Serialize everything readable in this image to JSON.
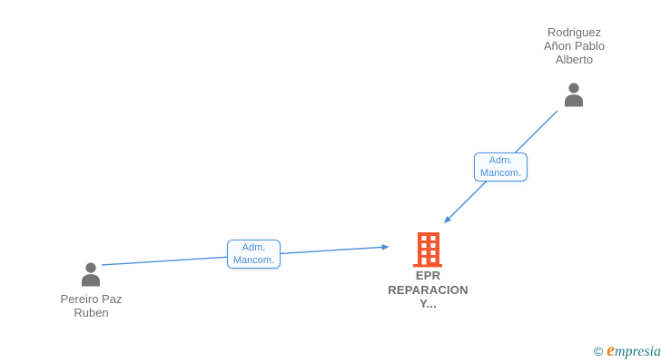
{
  "diagram": {
    "nodes": {
      "person_top": {
        "type": "person",
        "icon": "person-icon",
        "label": "Rodriguez\nAñon Pablo\nAlberto"
      },
      "person_bottom": {
        "type": "person",
        "icon": "person-icon",
        "label": "Pereiro Paz\nRuben"
      },
      "company": {
        "type": "company",
        "icon": "building-icon",
        "label": "EPR\nREPARACION\nY..."
      }
    },
    "edges": [
      {
        "from": "person_top",
        "to": "company",
        "label": "Adm.\nMancom."
      },
      {
        "from": "person_bottom",
        "to": "company",
        "label": "Adm.\nMancom."
      }
    ]
  },
  "colors": {
    "edge_blue": "#4a90d9",
    "node_gray": "#757575",
    "company_orange": "#f4572e",
    "brand_teal": "#1e7b8c",
    "brand_orange": "#ef7f1a"
  },
  "footer": {
    "copyright_symbol": "©",
    "brand_first_letter": "e",
    "brand_rest": "mpresia"
  }
}
